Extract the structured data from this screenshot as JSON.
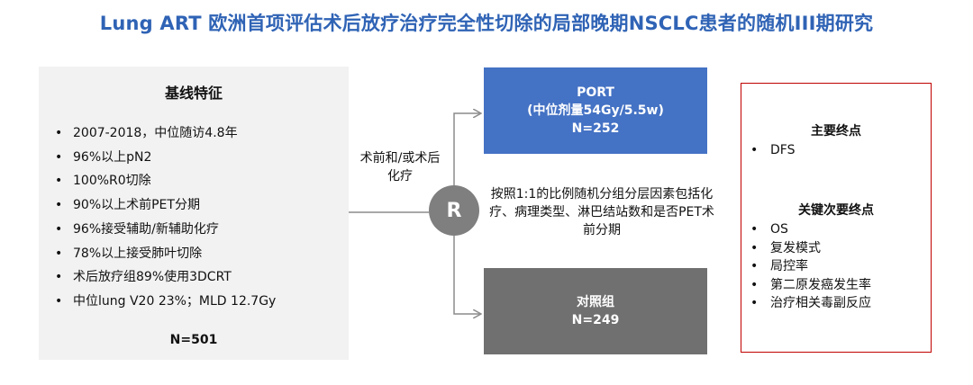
{
  "title": "Lung ART 欧洲首项评估术后放疗治疗完全性切除的局部晚期NSCLC患者的随机III期研究",
  "baseline": {
    "heading": "基线特征",
    "items": [
      "2007-2018，中位随访4.8年",
      "96%以上pN2",
      "100%R0切除",
      "90%以上术前PET分期",
      "96%接受辅助/新辅助化疗",
      "78%以上接受肺叶切除",
      "术后放疗组89%使用3DCRT",
      "中位lung V20 23%；MLD 12.7Gy"
    ],
    "n": "N=501"
  },
  "pre_treatment": "术前和/或术后化疗",
  "randomize": {
    "symbol": "R",
    "note": "按照1:1的比例随机分组分层因素包括化疗、病理类型、淋巴结站数和是否PET术前分期"
  },
  "arms": {
    "port": {
      "line1": "PORT",
      "line2": "(中位剂量54Gy/5.5w)",
      "line3": "N=252",
      "color": "#4472c4"
    },
    "control": {
      "line1": "对照组",
      "line2": "N=249",
      "color": "#707070"
    }
  },
  "endpoints": {
    "primary_heading": "主要终点",
    "primary_items": [
      "DFS"
    ],
    "secondary_heading": "关键次要终点",
    "secondary_items": [
      "OS",
      "复发模式",
      "局控率",
      "第二原发癌发生率",
      "治疗相关毒副反应"
    ],
    "border_color": "#c00000"
  },
  "bullet": "•"
}
